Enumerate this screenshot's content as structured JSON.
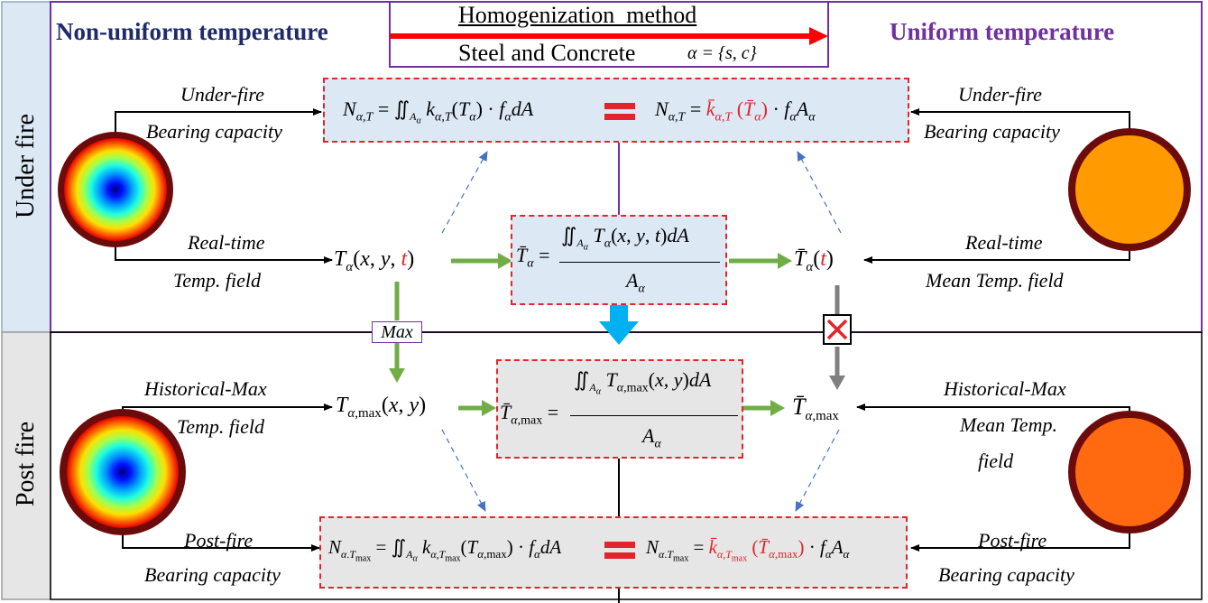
{
  "header": {
    "left_title": "Non-uniform temperature",
    "right_title": "Uniform temperature",
    "method": "Homogenization  method",
    "materials": "Steel and Concrete",
    "alpha_set": "α = {s, c}",
    "left_color": "#1f2a6b",
    "right_color": "#7030a0",
    "arrow_color": "#ff0000"
  },
  "rows": {
    "under_fire": "Under fire",
    "post_fire": "Post fire"
  },
  "labels": {
    "under_fire_left_1": "Under-fire",
    "under_fire_left_2": "Bearing capacity",
    "under_fire_right_1": "Under-fire",
    "under_fire_right_2": "Bearing capacity",
    "realtime_left_1": "Real-time",
    "realtime_left_2": "Temp. field",
    "realtime_right_1": "Real-time",
    "realtime_right_2": "Mean Temp. field",
    "hist_left_1": "Historical-Max",
    "hist_left_2": "Temp. field",
    "hist_right_1": "Historical-Max",
    "hist_right_2": "Mean Temp.",
    "hist_right_3": "field",
    "post_left_1": "Post-fire",
    "post_left_2": "Bearing capacity",
    "post_right_1": "Post-fire",
    "post_right_2": "Bearing capacity",
    "max_tag": "Max"
  },
  "formulas": {
    "uf_left": "N_{α,T} = ∬_{Aα} k_{α,T}(T_α) · f_α dA",
    "uf_right": "N_{α,T} = k̄_{α,T}(T̄_α) · f_α A_α",
    "mean_rt": "T̄_α = ∬_{Aα} T_α(x, y, t) dA / A_α",
    "mean_max": "T̄_{α,max} = ∬_{Aα} T_{α,max}(x, y) dA / A_α",
    "pf_left": "N_{α.Tmax} = ∬_{Aα} k_{α,Tmax}(T_{α,max}) · f_α dA",
    "pf_right": "N_{α.Tmax} = k̄_{α,Tmax}(T̄_{α,max}) · f_α A_α",
    "t_field": "T_α(x, y, t)",
    "t_mean": "T̄_α(t)",
    "t_max_field": "T_{α,max}(x, y)",
    "t_max_mean": "T̄_{α,max}"
  },
  "colors": {
    "under_fire_bg": "#dde8f5",
    "post_fire_bg": "#e6e6e6",
    "box_dash": "#e3242b",
    "green_arrow": "#70ad47",
    "blue_arrow": "#00b0f0",
    "grey_arrow": "#808080",
    "uniform_under": "#ff9a00",
    "uniform_post": "#ff6a10",
    "ring": "#6b0b0b"
  },
  "icons": {
    "cross": "x-icon"
  }
}
